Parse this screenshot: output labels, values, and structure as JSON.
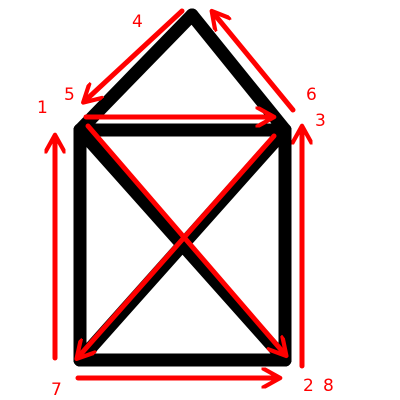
{
  "colors": {
    "background": "#ffffff",
    "house_stroke": "#000000",
    "arrow": "#ff0000",
    "label": "#ff0000"
  },
  "step_labels": [
    "1",
    "2",
    "3",
    "4",
    "5",
    "6",
    "7",
    "8"
  ]
}
